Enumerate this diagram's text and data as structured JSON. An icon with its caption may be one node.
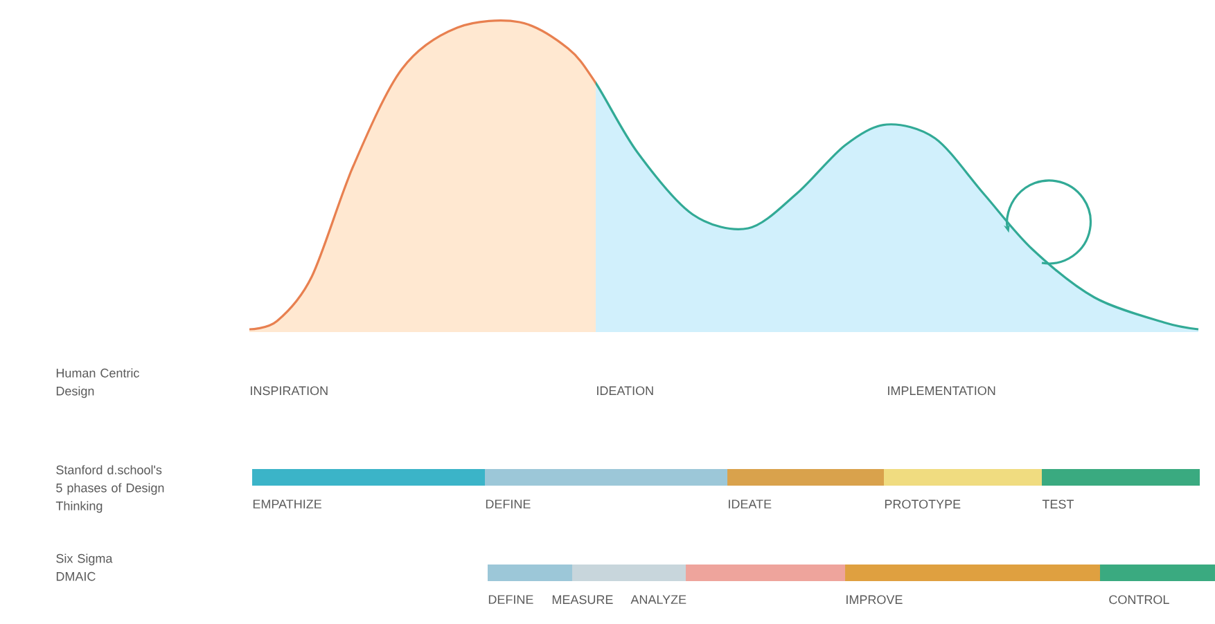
{
  "diagram": {
    "nodes": [
      {
        "text": [
          "EMPATHIZE"
        ]
      },
      {
        "text": [
          "DEFINE"
        ]
      },
      {
        "text": [
          "IDEATE"
        ]
      },
      {
        "text": [
          "PROTOTYPE"
        ]
      },
      {
        "text": [
          "TEST"
        ]
      },
      {
        "text": [
          "DEFINE"
        ]
      },
      {
        "text": [
          "MEASURE"
        ]
      },
      {
        "text": [
          "ANALYZE"
        ]
      },
      {
        "text": [
          "IMPROVE"
        ]
      },
      {
        "text": [
          "CONTROL"
        ]
      }
    ],
    "edges": [],
    "labels": [
      "Human Centric Design",
      "INSPIRATION",
      "IDEATION",
      "IMPLEMENTATION",
      "Stanford d.school's 5 phases of Design Thinking",
      "Six Sigma DMAIC"
    ]
  }
}
